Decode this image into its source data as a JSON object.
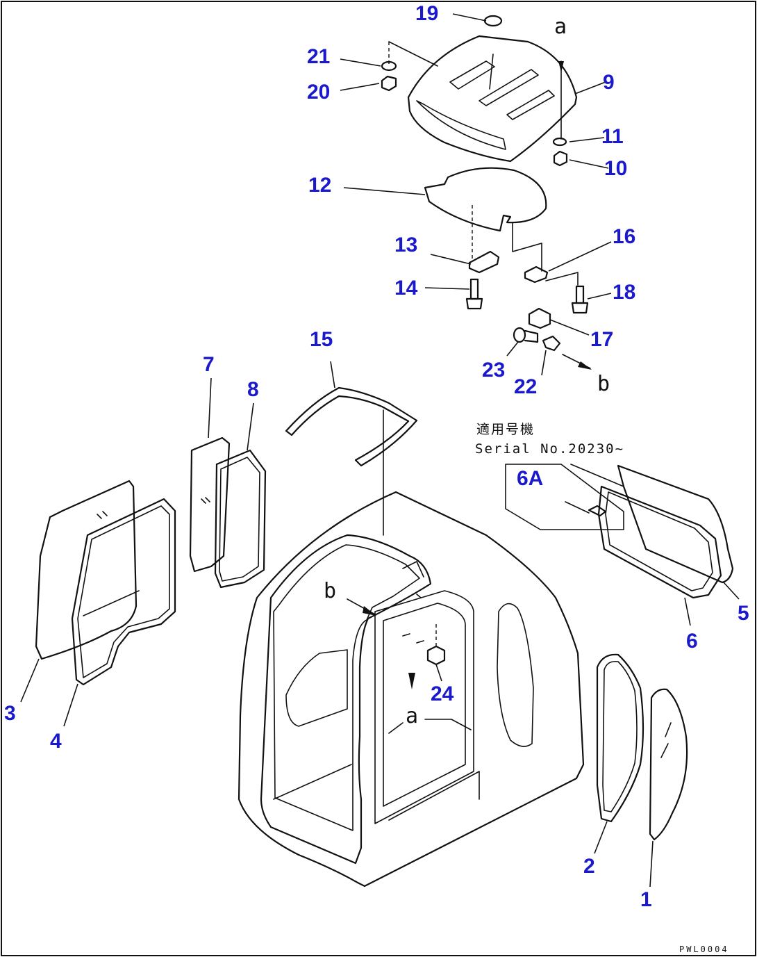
{
  "diagram": {
    "callout_color": "#1a1acc",
    "callouts": [
      "19",
      "21",
      "20",
      "9",
      "11",
      "10",
      "12",
      "13",
      "16",
      "14",
      "18",
      "17",
      "23",
      "22",
      "15",
      "7",
      "8",
      "6A",
      "5",
      "6",
      "3",
      "4",
      "24",
      "2",
      "1"
    ],
    "ref_letters": {
      "a_top": "a",
      "a_bottom": "a",
      "b_right": "b",
      "b_left": "b"
    },
    "serial_note": {
      "line1": "適用号機",
      "line2": "Serial No.20230~"
    },
    "drawing_code": "PWL0004"
  }
}
